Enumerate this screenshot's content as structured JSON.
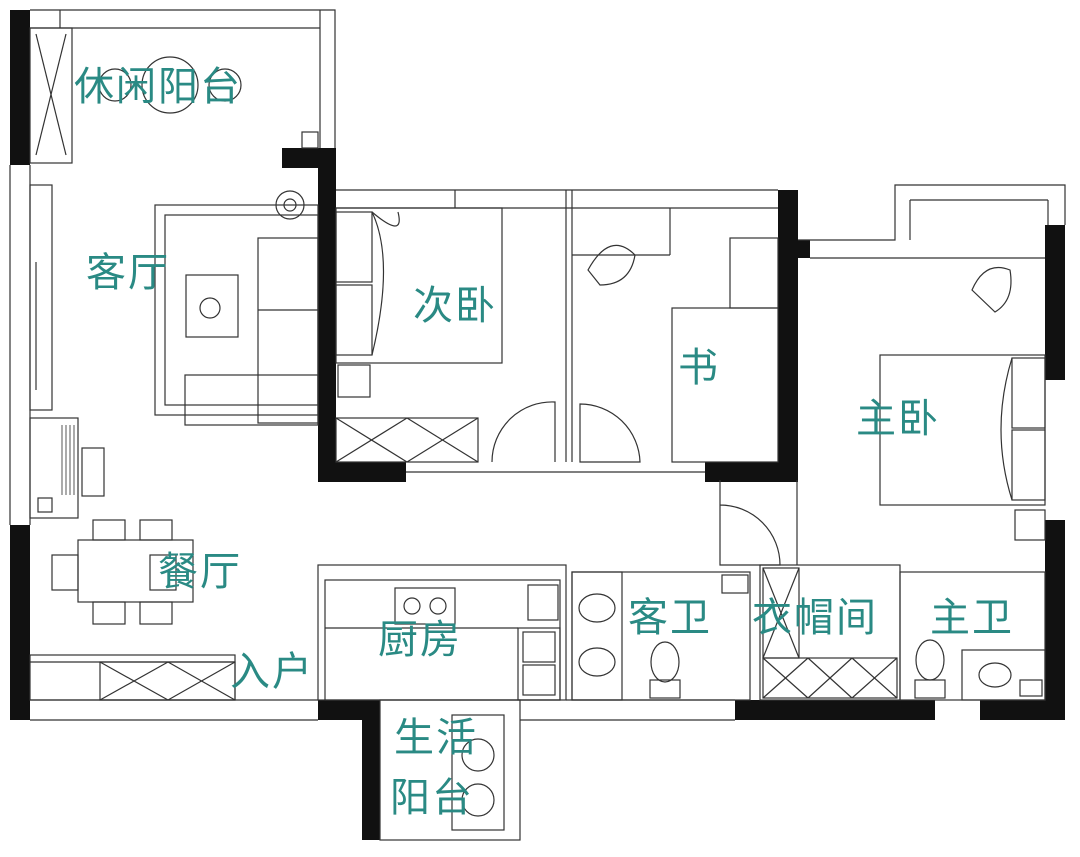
{
  "colors": {
    "label": "#2a8a84",
    "wall": "#111111",
    "line": "#333333"
  },
  "rooms": {
    "leisure_balcony": "休闲阳台",
    "living_room": "客厅",
    "second_bedroom": "次卧",
    "study": "书",
    "master_bedroom": "主卧",
    "dining_room": "餐厅",
    "entrance": "入户",
    "kitchen": "厨房",
    "guest_bathroom": "客卫",
    "cloakroom": "衣帽间",
    "master_bathroom": "主卫",
    "utility_balcony_line1": "生活",
    "utility_balcony_line2": "阳台"
  }
}
